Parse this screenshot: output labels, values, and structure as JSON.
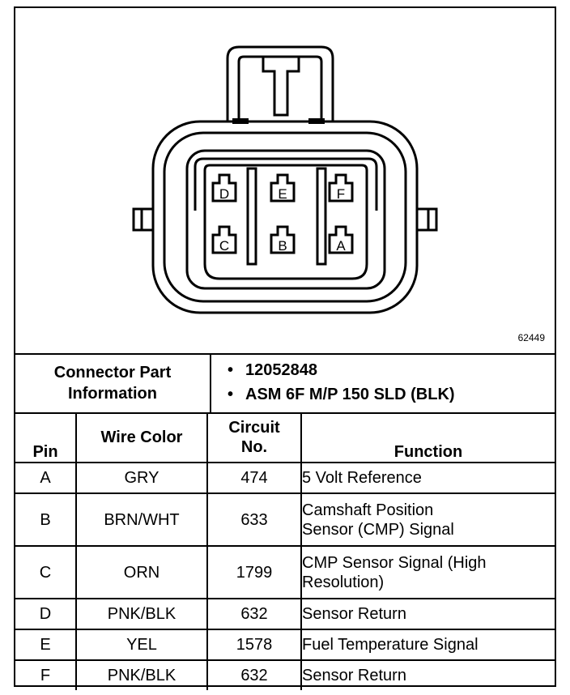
{
  "figure_number": "62449",
  "connector_info": {
    "label_line1": "Connector Part",
    "label_line2": "Information",
    "parts": [
      "12052848",
      "ASM 6F M/P 150 SLD (BLK)"
    ]
  },
  "pin_labels": {
    "top": [
      "D",
      "E",
      "F"
    ],
    "bottom": [
      "C",
      "B",
      "A"
    ]
  },
  "table": {
    "headers": {
      "pin": "Pin",
      "wire_color": "Wire Color",
      "circuit_line1": "Circuit",
      "circuit_line2": "No.",
      "function": "Function"
    },
    "rows": [
      {
        "pin": "A",
        "wire": "GRY",
        "circuit": "474",
        "function_line1": "5 Volt Reference",
        "function_line2": ""
      },
      {
        "pin": "B",
        "wire": "BRN/WHT",
        "circuit": "633",
        "function_line1": "Camshaft Position",
        "function_line2": "Sensor (CMP) Signal"
      },
      {
        "pin": "C",
        "wire": "ORN",
        "circuit": "1799",
        "function_line1": "CMP Sensor Signal (High",
        "function_line2": "Resolution)"
      },
      {
        "pin": "D",
        "wire": "PNK/BLK",
        "circuit": "632",
        "function_line1": "Sensor Return",
        "function_line2": ""
      },
      {
        "pin": "E",
        "wire": "YEL",
        "circuit": "1578",
        "function_line1": "Fuel Temperature Signal",
        "function_line2": ""
      },
      {
        "pin": "F",
        "wire": "PNK/BLK",
        "circuit": "632",
        "function_line1": "Sensor Return",
        "function_line2": ""
      }
    ]
  }
}
